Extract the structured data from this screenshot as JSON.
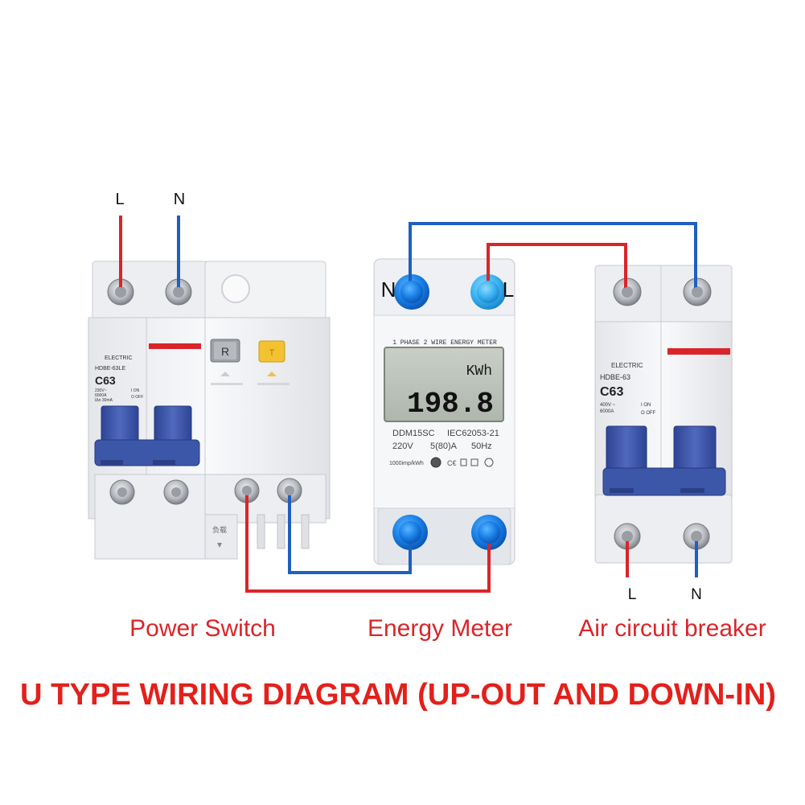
{
  "terminals": {
    "rcbo_top_l": "L",
    "rcbo_top_n": "N",
    "meter_n": "N",
    "meter_l": "L",
    "mcb_bottom_l": "L",
    "mcb_bottom_n": "N"
  },
  "rcbo": {
    "brand": "ELECTRIC",
    "model": "HDBE-63LE",
    "rating": "C63",
    "specs": [
      "230V~",
      "6000A",
      "IΔn 30mA"
    ],
    "onoff": [
      "I ON",
      "O OFF"
    ],
    "test_button": "R",
    "test_button_2": "T",
    "side_text": "负载"
  },
  "meter": {
    "header": "1 PHASE 2 WIRE ENERGY METER",
    "unit": "KWh",
    "reading": "198.8",
    "model": "DDM15SC",
    "standard": "IEC62053-21",
    "voltage": "220V",
    "current": "5(80)A",
    "frequency": "50Hz",
    "imp": "1000imp/kWh"
  },
  "mcb": {
    "brand": "ELECTRIC",
    "model": "HDBE-63",
    "rating": "C63",
    "specs": [
      "400V ~",
      "6000A"
    ],
    "onoff": [
      "I ON",
      "O OFF"
    ]
  },
  "captions": {
    "power_switch": "Power Switch",
    "energy_meter": "Energy Meter",
    "air_breaker": "Air circuit breaker"
  },
  "title": "U TYPE WIRING DIAGRAM (UP-OUT AND DOWN-IN)",
  "colors": {
    "live_wire": "#d9252a",
    "neutral_wire": "#1f5fbf",
    "handle": "#3d57a8",
    "terminal_blue": "#1a73d9",
    "caption_red": "#d9252a"
  }
}
